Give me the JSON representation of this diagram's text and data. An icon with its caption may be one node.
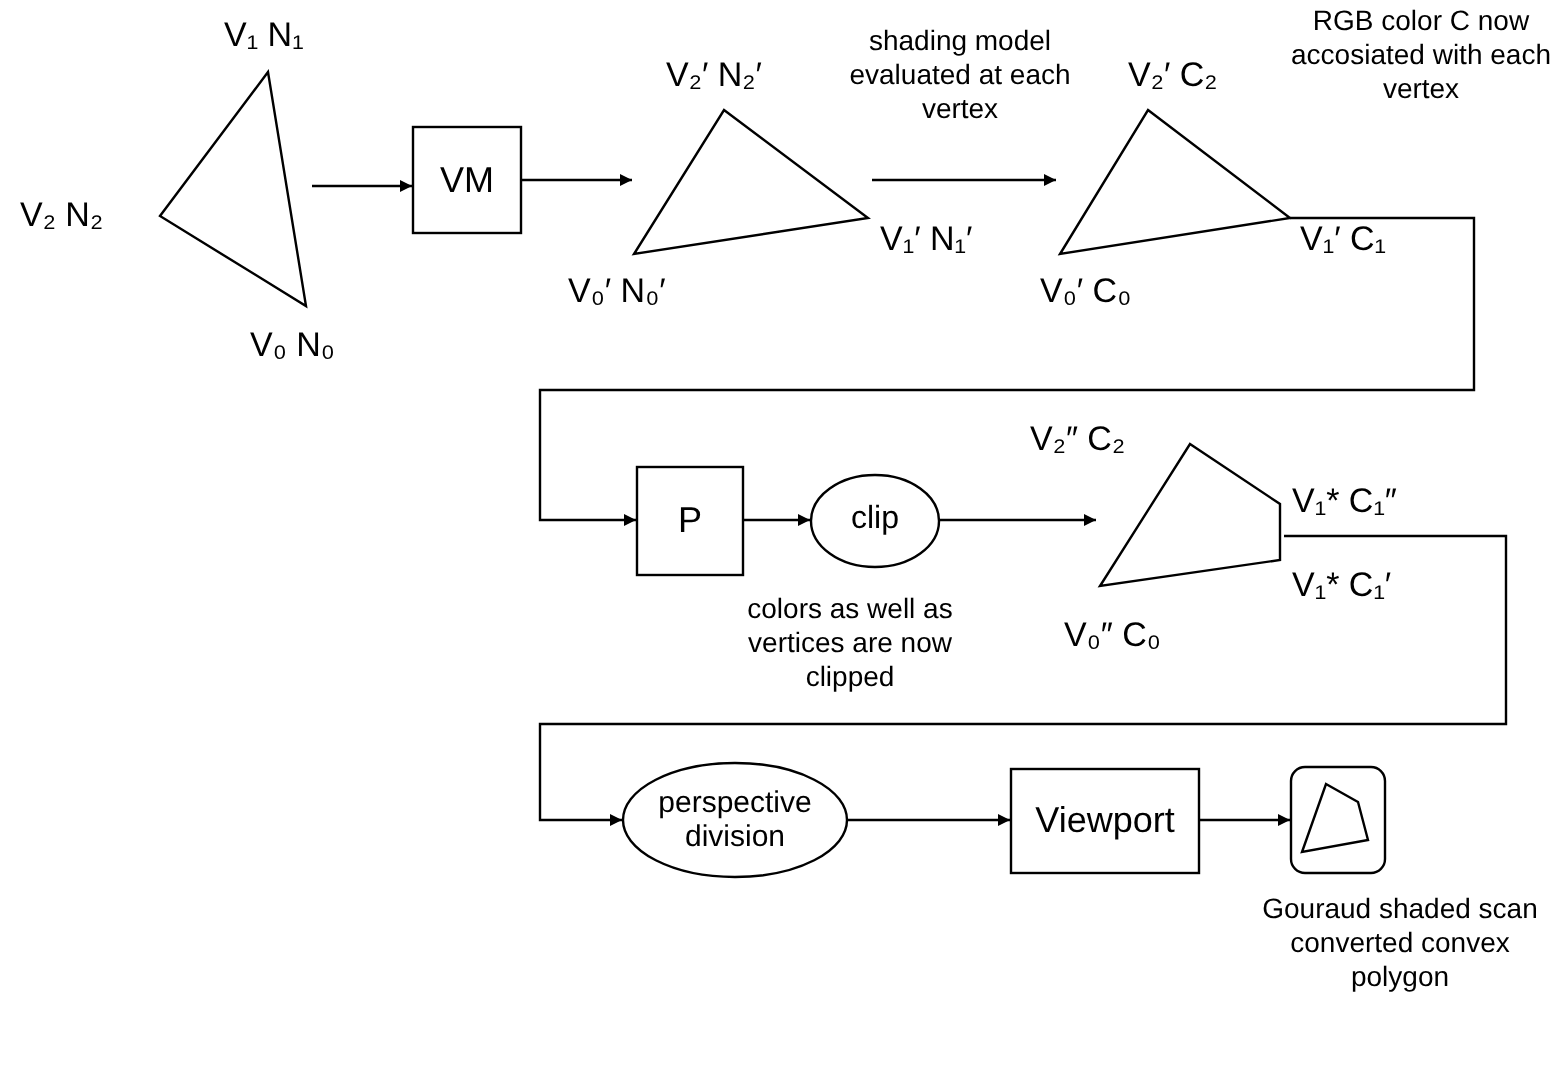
{
  "diagram": {
    "nodes": [
      {
        "text": [],
        "shape": "triangle",
        "beside": [
          "V₁ N₁",
          "V₂ N₂",
          "V₀ N₀"
        ]
      },
      {
        "text": [
          "VM"
        ]
      },
      {
        "text": [],
        "shape": "triangle",
        "beside": [
          "V₂′ N₂′",
          "V₁′ N₁′",
          "V₀′ N₀′"
        ]
      },
      {
        "text": [],
        "shape": "triangle",
        "beside": [
          "V₂′ C₂",
          "RGB color C now accosiated with each vertex",
          "V₁′ C₁",
          "V₀′ C₀"
        ]
      },
      {
        "text": [
          "P"
        ]
      },
      {
        "text": [
          "clip"
        ]
      },
      {
        "text": [],
        "shape": "polygon",
        "beside": [
          "V₂″ C₂",
          "V₁* C₁″",
          "V₁* C₁′",
          "V₀″ C₀"
        ]
      },
      {
        "text": [
          "perspective division"
        ]
      },
      {
        "text": [
          "Viewport"
        ]
      },
      {
        "text": [],
        "shape": "picture",
        "beside": [
          "Gouraud shaded scan converted convex polygon"
        ]
      }
    ],
    "edges": [
      {
        "from": 0,
        "to": 1,
        "arrow": "to"
      },
      {
        "from": 1,
        "to": 2,
        "arrow": "to"
      },
      {
        "from": 2,
        "to": 3,
        "arrow": "to",
        "label": "shading model evaluated at each vertex"
      },
      {
        "from": 3,
        "to": 4,
        "arrow": "to"
      },
      {
        "from": 4,
        "to": 5,
        "arrow": "to"
      },
      {
        "from": 5,
        "to": 6,
        "arrow": "to",
        "label": "colors as well as vertices are now clipped"
      },
      {
        "from": 6,
        "to": 7,
        "arrow": "to"
      },
      {
        "from": 7,
        "to": 8,
        "arrow": "to"
      },
      {
        "from": 8,
        "to": 9,
        "arrow": "to"
      }
    ]
  }
}
